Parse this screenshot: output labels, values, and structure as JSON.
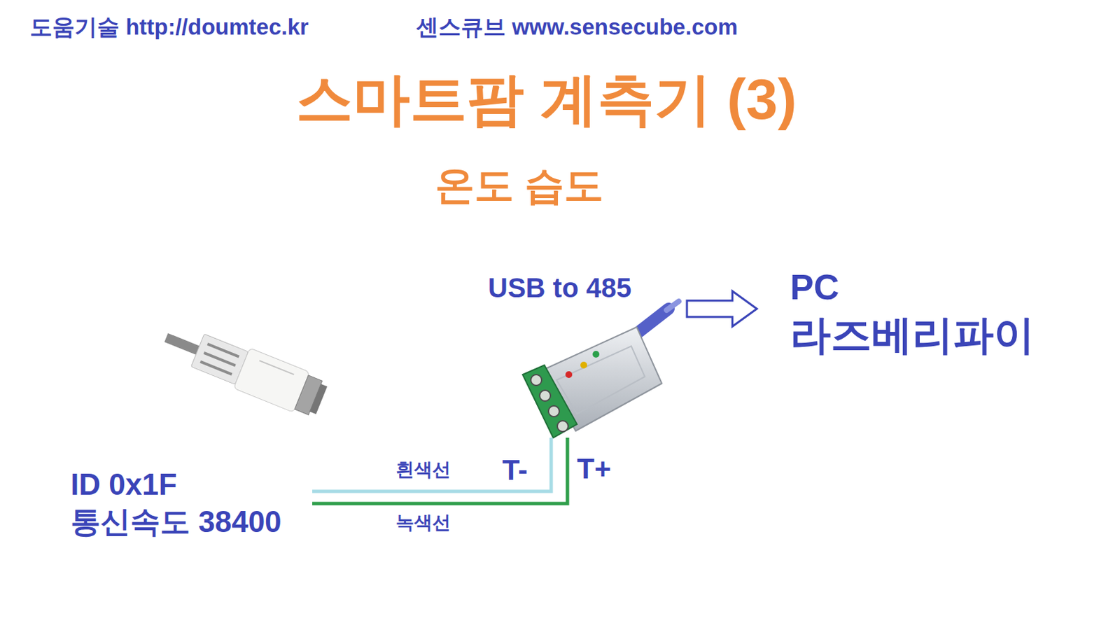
{
  "diagram": {
    "title": "스마트팜 계측기 (3)",
    "nodes": [
      {
        "text": [
          "ID 0x1F",
          "통신속도 38400"
        ]
      },
      {
        "text": [
          "USB to 485"
        ]
      },
      {
        "text": [
          "PC",
          "라즈베리파이"
        ]
      }
    ],
    "edges": [
      {
        "from": 0,
        "to": 1,
        "arrow": "none",
        "label": "흰색선"
      },
      {
        "from": 0,
        "to": 1,
        "arrow": "none",
        "label": "녹색선"
      },
      {
        "from": 1,
        "to": 2,
        "arrow": "to"
      }
    ],
    "labels": [
      "도움기술 http://doumtec.kr",
      "센스큐브 www.sensecube.com",
      "온도 습도",
      "T-",
      "T+"
    ]
  }
}
